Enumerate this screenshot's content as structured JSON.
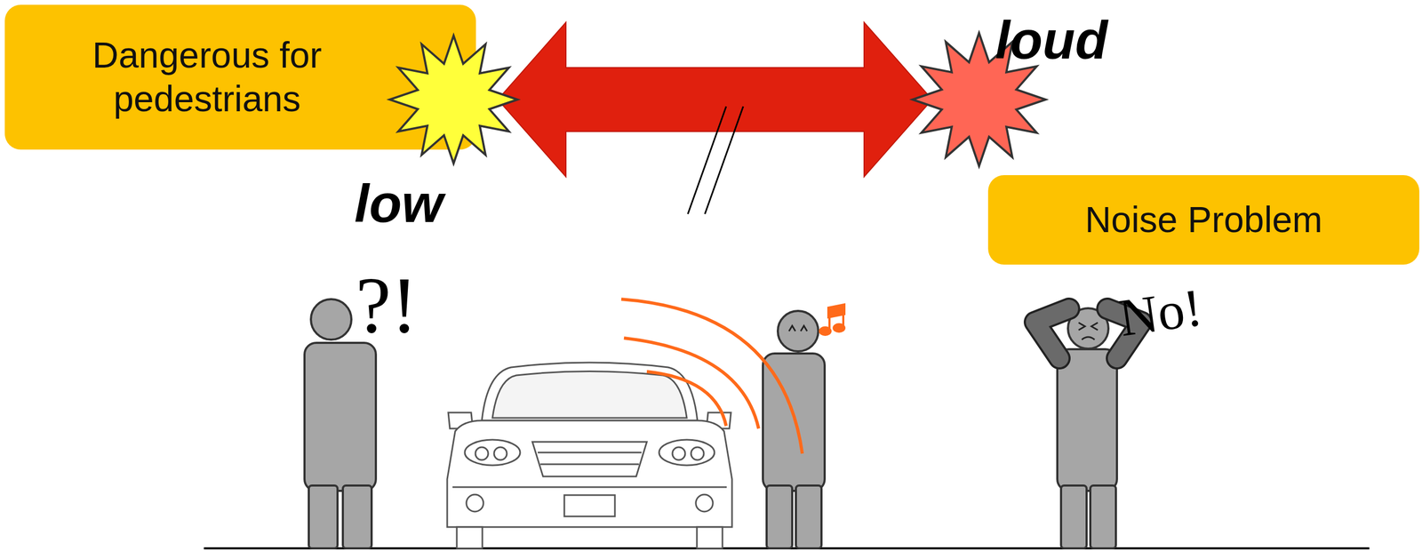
{
  "diagram": {
    "nodes": [
      {
        "text": [
          "Dangerous for pedestrians"
        ]
      },
      {
        "text": [
          "low"
        ]
      },
      {
        "text": [
          "loud"
        ]
      },
      {
        "text": [
          "Noise Problem"
        ]
      }
    ],
    "edges": [
      {
        "from": 1,
        "to": 2,
        "arrow": "both"
      }
    ],
    "labels": [
      "?!",
      "No!"
    ]
  }
}
